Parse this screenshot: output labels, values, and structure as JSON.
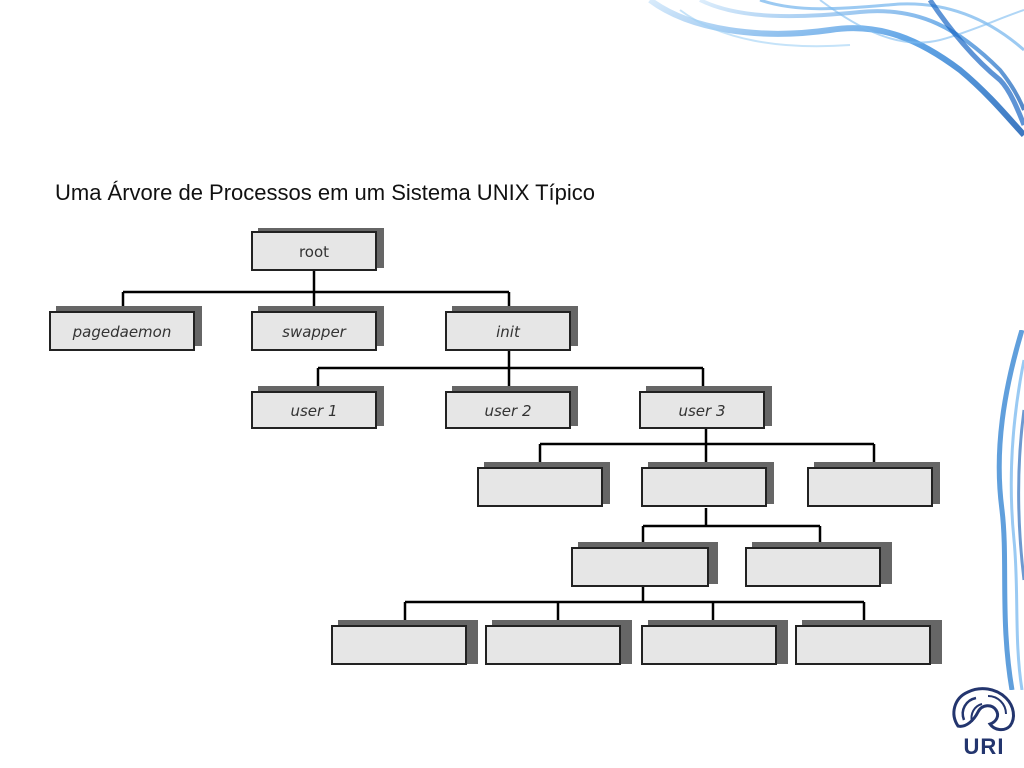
{
  "slide": {
    "title": "Uma Árvore de Processos em um Sistema UNIX Típico"
  },
  "tree": {
    "root": "root",
    "level1": [
      "pagedaemon",
      "swapper",
      "init"
    ],
    "level2": [
      "user 1",
      "user 2",
      "user 3"
    ],
    "level3_count": 3,
    "level4_count": 2,
    "level5_count": 4
  },
  "logo": {
    "text": "URI",
    "icon": "uri-logo-icon"
  },
  "colors": {
    "node_fill": "#e6e6e6",
    "node_shadow": "#666666",
    "edge": "#000000",
    "smoke": "#2b7fd0",
    "logo": "#23356e"
  }
}
